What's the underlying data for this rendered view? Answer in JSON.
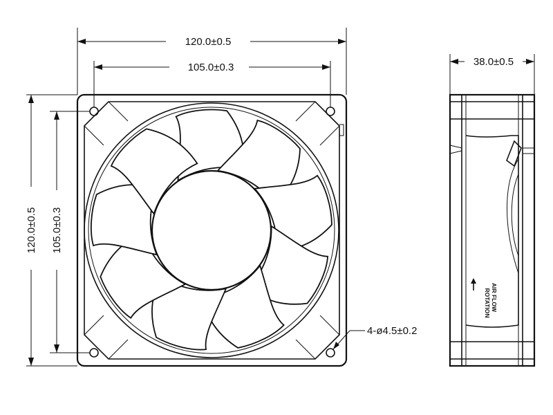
{
  "dimensions": {
    "overall_width": "120.0±0.5",
    "hole_spacing_width": "105.0±0.3",
    "overall_height": "120.0±0.5",
    "hole_spacing_height": "105.0±0.3",
    "depth": "38.0±0.5",
    "mount_holes": "4-ø4.5±0.2"
  },
  "side_view": {
    "airflow_label": "AIR FLOW",
    "rotation_label": "ROTATION"
  },
  "fan": {
    "blade_count": 9
  }
}
